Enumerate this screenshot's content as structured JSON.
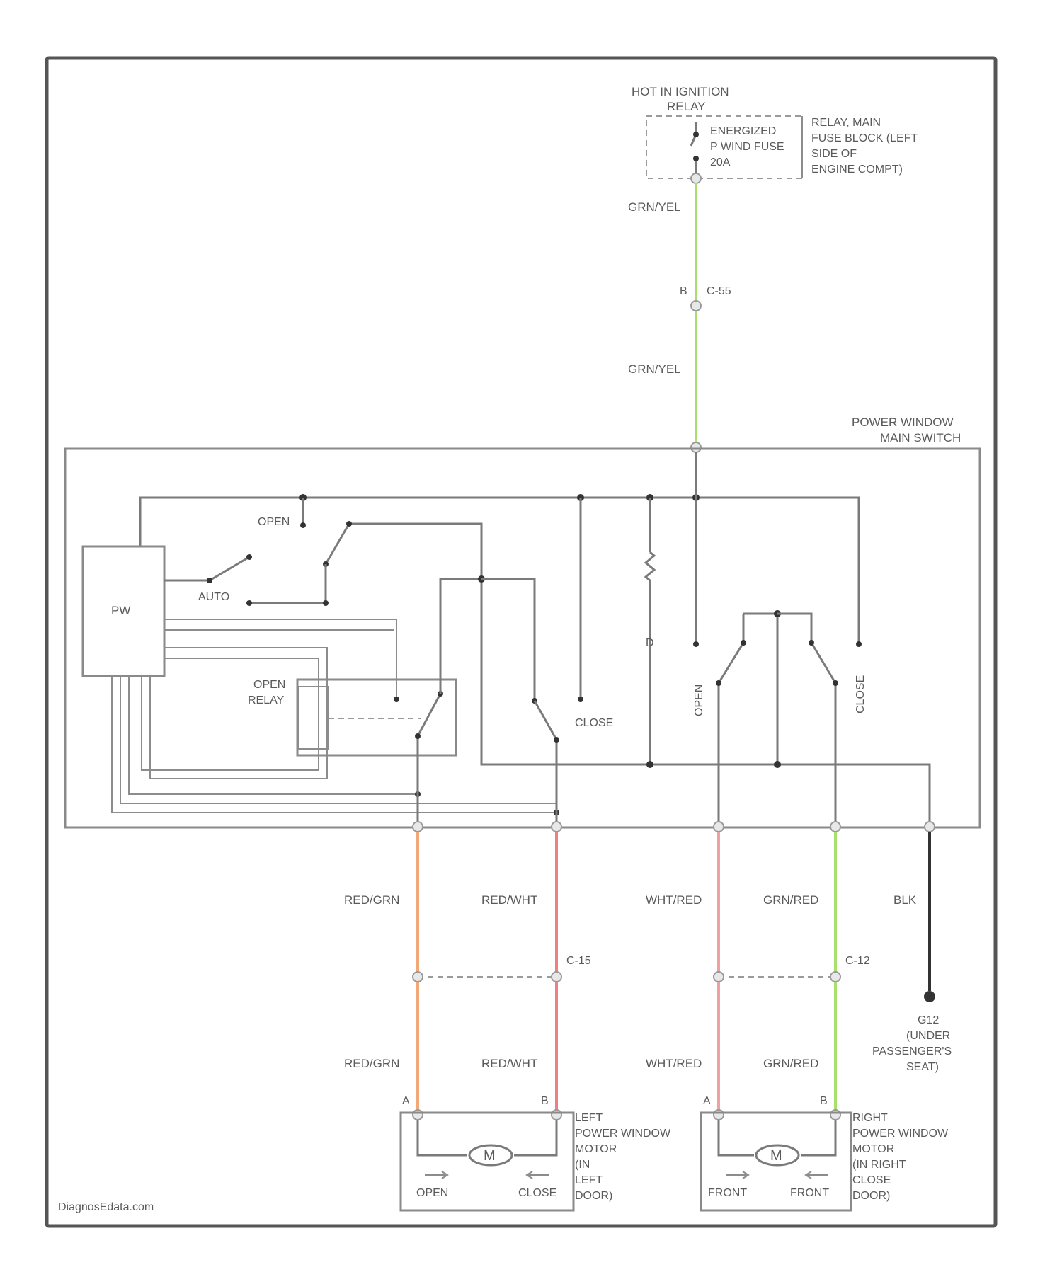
{
  "colors": {
    "frame": "#555555",
    "wire": "#7a7a7a",
    "wire_grn_yel": "#a8e070",
    "wire_red_grn": "#f0a878",
    "wire_red_wht": "#f08080",
    "wire_wht_red": "#f0a0a0",
    "wire_grn_red": "#a8e070",
    "wire_blk": "#333333"
  },
  "relay": {
    "title_line1": "HOT IN IGNITION",
    "title_line2": "RELAY",
    "inner_line1": "ENERGIZED",
    "inner_line2": "P WIND FUSE",
    "inner_line3": "20A",
    "side_line1": "RELAY, MAIN",
    "side_line2": "FUSE BLOCK (LEFT",
    "side_line3": "SIDE OF",
    "side_line4": "ENGINE COMPT)"
  },
  "wires": {
    "top1": "GRN/YEL",
    "top2": "GRN/YEL",
    "connector_pin": "B",
    "connector_top": "C-55",
    "red_grn_1": "RED/GRN",
    "red_wht_1": "RED/WHT",
    "wht_red_1": "WHT/RED",
    "grn_red_1": "GRN/RED",
    "blk": "BLK",
    "red_grn_2": "RED/GRN",
    "red_wht_2": "RED/WHT",
    "wht_red_2": "WHT/RED",
    "grn_red_2": "GRN/RED",
    "connector_left": "C-15",
    "connector_right": "C-12"
  },
  "switch": {
    "title_line1": "POWER WINDOW",
    "title_line2": "MAIN SWITCH",
    "pw_label": "PW",
    "open_label": "OPEN",
    "auto_label": "AUTO",
    "open_relay_line1": "OPEN",
    "open_relay_line2": "RELAY",
    "close_label": "CLOSE",
    "d_label": "D",
    "open_vertical": "OPEN",
    "close_vertical": "CLOSE"
  },
  "ground": {
    "line1": "G12",
    "line2": "(UNDER",
    "line3": "PASSENGER'S",
    "line4": "SEAT)"
  },
  "left_motor": {
    "pin_a": "A",
    "pin_b": "B",
    "m_label": "M",
    "open_label": "OPEN",
    "close_label": "CLOSE",
    "side_line1": "LEFT",
    "side_line2": "POWER WINDOW",
    "side_line3": "MOTOR",
    "side_line4": "(IN",
    "side_line5": "LEFT",
    "side_line6": "DOOR)"
  },
  "right_motor": {
    "pin_a": "A",
    "pin_b": "B",
    "m_label": "M",
    "open_label": "FRONT",
    "close_label": "FRONT",
    "side_line1": "RIGHT",
    "side_line2": "POWER WINDOW",
    "side_line3": "MOTOR",
    "side_line4": "(IN RIGHT",
    "side_line5": "CLOSE",
    "side_line6": "DOOR)"
  },
  "footer": {
    "watermark": "DiagnosEdata.com"
  }
}
